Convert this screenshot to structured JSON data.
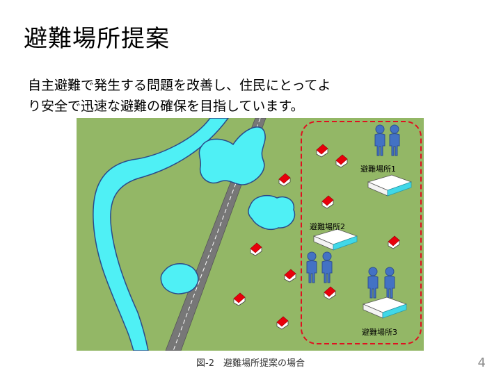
{
  "slide": {
    "title": "避難場所提案",
    "body_lines": [
      "自主避難で発生する問題を改善し、住民にとってよ",
      "り安全で迅速な避難の確保を目指しています。"
    ],
    "caption": "図-2　避難場所提案の場合",
    "page_number": "4"
  },
  "map": {
    "shelter_labels": [
      "避難場所1",
      "避難場所2",
      "避難場所3"
    ],
    "colors": {
      "ground": "#93b766",
      "water": "#4ff0f5",
      "road": "#777777",
      "house_roof": "#e8000b",
      "person": "#4372c4",
      "zone_border": "#e01020",
      "shelter_side": "#40d8e8"
    },
    "icons": {
      "house": "house-icon",
      "person": "person-icon",
      "shelter": "shelter-building-icon"
    }
  }
}
